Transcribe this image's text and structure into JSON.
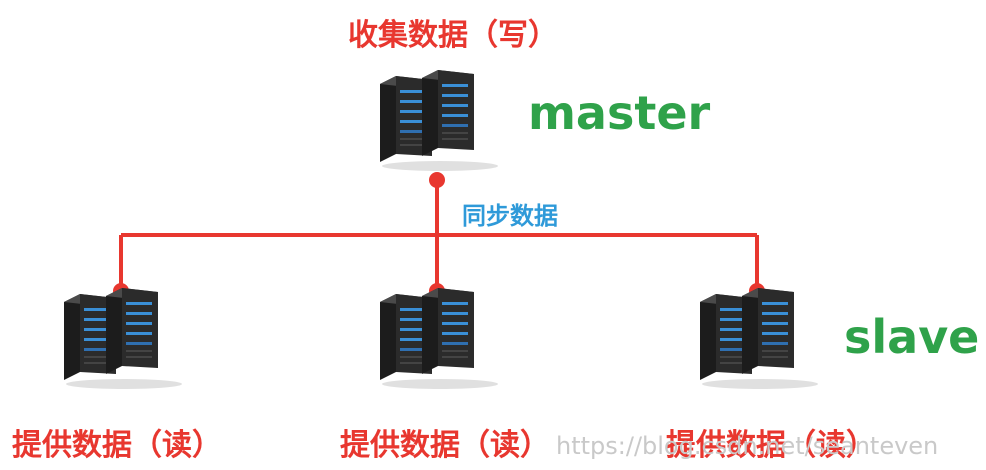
{
  "master": {
    "caption": "收集数据（写）",
    "role_label": "master"
  },
  "sync_label": "同步数据",
  "slave": {
    "role_label": "slave",
    "nodes": [
      {
        "caption": "提供数据（读）"
      },
      {
        "caption": "提供数据（读）"
      },
      {
        "caption": "提供数据（读）"
      }
    ]
  },
  "watermark": "https://blog.csdn.net/seanteven",
  "colors": {
    "line": "#e8372f",
    "role_text": "#2fa24a",
    "sync_text": "#2f9ad9",
    "caption_text": "#e8372f",
    "server_body": "#2b2b2b",
    "server_light": "#3a8fd6"
  }
}
